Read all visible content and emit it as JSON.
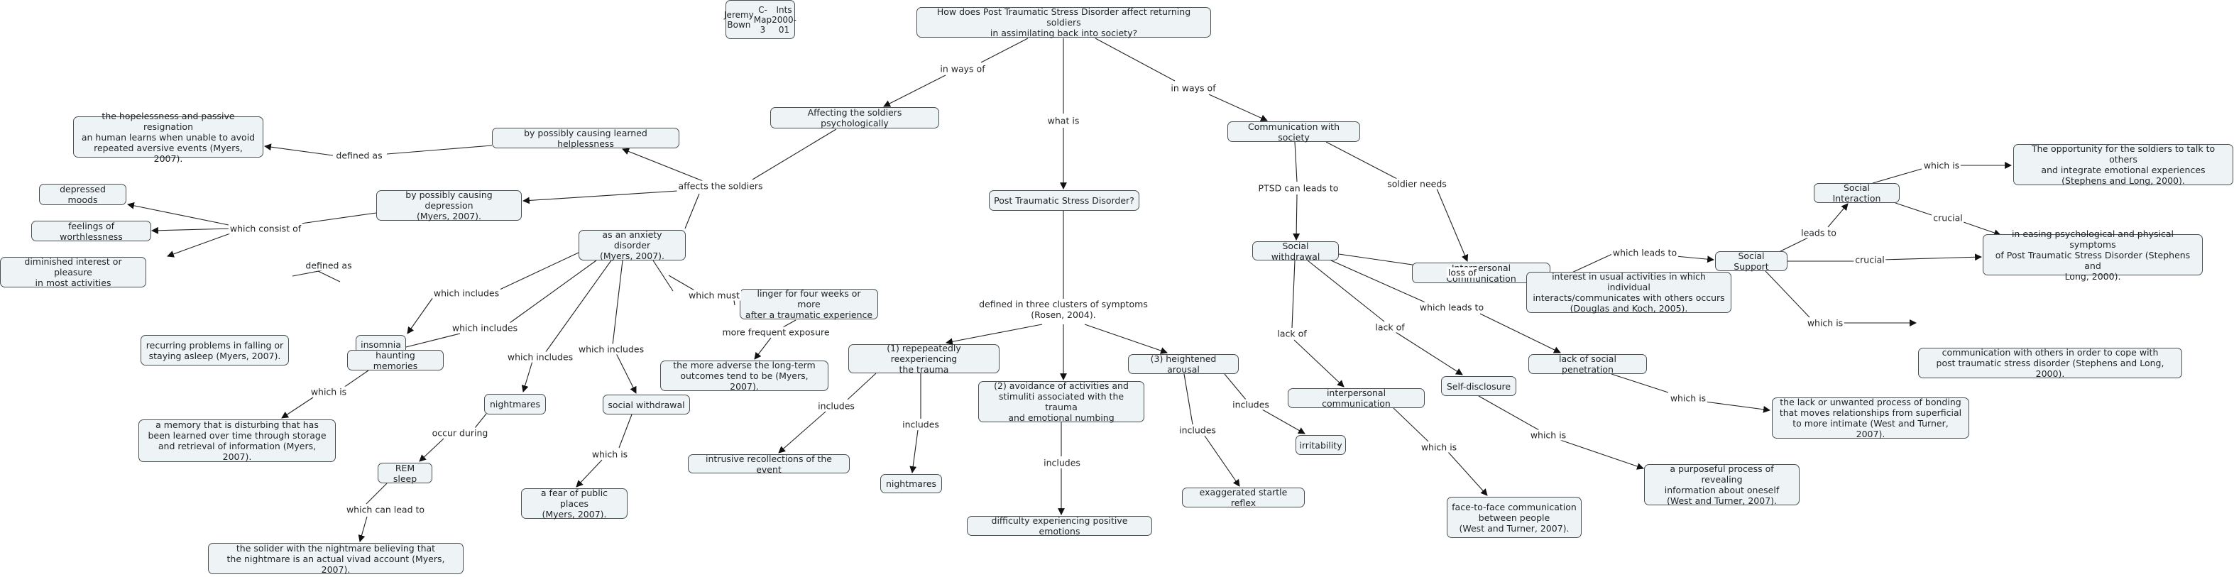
{
  "author_box": [
    "Jeremy Bown",
    "C-Map 3",
    "Ints 2000-01"
  ],
  "concepts": {
    "root": "How does Post Traumatic Stress Disorder affect returning soldiers\nin assimilating back into society?",
    "psych": "Affecting the soldiers psychologically",
    "ptsd": "Post Traumatic Stress Disorder?",
    "comm": "Communication with society",
    "helpless": "by possibly causing learned helplessness",
    "helpless_def": "the hopelessness and passive resignation\nan human learns when unable to avoid\nrepeated aversive events (Myers, 2007).",
    "depression": "by possibly causing depression\n(Myers, 2007).",
    "depressed": "depressed moods",
    "worthless": "feelings of worthlessness",
    "diminished": "diminished interest or pleasure\nin most activities",
    "anxiety": "as an anxiety disorder\n(Myers, 2007).",
    "linger": "linger for four weeks or more\nafter a traumatic experience",
    "adverse": "the more adverse the long-term\noutcomes tend to be (Myers, 2007).",
    "insomnia": "insomnia",
    "recurring": "recurring problems in falling or\nstaying asleep (Myers, 2007).",
    "haunting": "haunting memories",
    "memory": "a memory that is disturbing that has\nbeen learned over time through storage\nand retrieval of information (Myers, 2007).",
    "nightmares1": "nightmares",
    "rem": "REM sleep",
    "solider": "the solider with the nightmare believing that\nthe nightmare is an actual vivad account (Myers, 2007).",
    "withdrawal": "social withdrawal",
    "fear": "a fear of public places\n(Myers, 2007).",
    "reexp": "(1) repepeatedly reexperiencing\nthe trauma",
    "intrusive": "intrusive recollections of the event",
    "nightmares2": "nightmares",
    "avoid": "(2) avoidance of activities and\nstimuliti associated with the trauma\nand emotional numbing",
    "difficulty": "difficulty experiencing positive emotions",
    "arousal": "(3) heightened arousal",
    "irritability": "irritability",
    "startle": "exaggerated startle reflex",
    "socwith": "Social withdrawal",
    "intcomm": "Interpersonal Communication",
    "support": "Social Support",
    "interaction": "Social Interaction",
    "opportunity": "The opportunity for the soldiers to talk to others\nand integrate emotional experiences\n(Stephens and Long, 2000).",
    "easing": "in easing psychological and physical symptoms\nof Post Traumatic Stress Disorder (Stephens and\nLong, 2000).",
    "commothers": "communication with others in order to cope with\npost traumatic stress disorder (Stephens and Long, 2000).",
    "interest": "interest in usual activities in which individual\ninteracts/communicates with others occurs\n(Douglas and Koch, 2005).",
    "lackpen": "lack of social penetration",
    "lackbond": "the lack or unwanted process of bonding\nthat moves relationships from superficial\nto more intimate (West and Turner, 2007).",
    "interpcomm": "interpersonal communication",
    "selfdisc": "Self-disclosure",
    "facetoface": "face-to-face communication\nbetween people\n(West and Turner, 2007).",
    "purposeful": "a purposeful process of revealing\ninformation about oneself\n(West and Turner, 2007)."
  },
  "links": {
    "inways1": "in ways of",
    "whatis": "what is",
    "inways2": "in ways of",
    "affects": "affects the soldiers",
    "definedas1": "defined as",
    "consistof": "which consist of",
    "definedas2": "defined as",
    "whichincl1": "which includes",
    "whichincl2": "which includes",
    "whichincl3": "which includes",
    "whichincl4": "which includes",
    "whichmust": "which must",
    "morefreq": "more frequent exposure",
    "whichis1": "which is",
    "occur": "occur during",
    "canlead": "which can lead to",
    "whichis2": "which is",
    "clusters": "defined in three clusters of symptoms\n(Rosen, 2004).",
    "incl_a": "includes",
    "incl_b": "includes",
    "incl_c": "includes",
    "incl_d": "includes",
    "incl_e": "includes",
    "ptsdleads": "PTSD can leads to",
    "needs": "soldier needs",
    "whichleads1": "which leads to",
    "leadsto": "leads to",
    "crucial1": "crucial",
    "crucial2": "crucial",
    "whichis3": "which is",
    "whichis4": "which is",
    "lossof": "loss of",
    "whichleads2": "which leads to",
    "lackof1": "lack of",
    "lackof2": "lack of",
    "whichis5": "which is",
    "whichis6": "which is",
    "whichis7": "which is"
  }
}
